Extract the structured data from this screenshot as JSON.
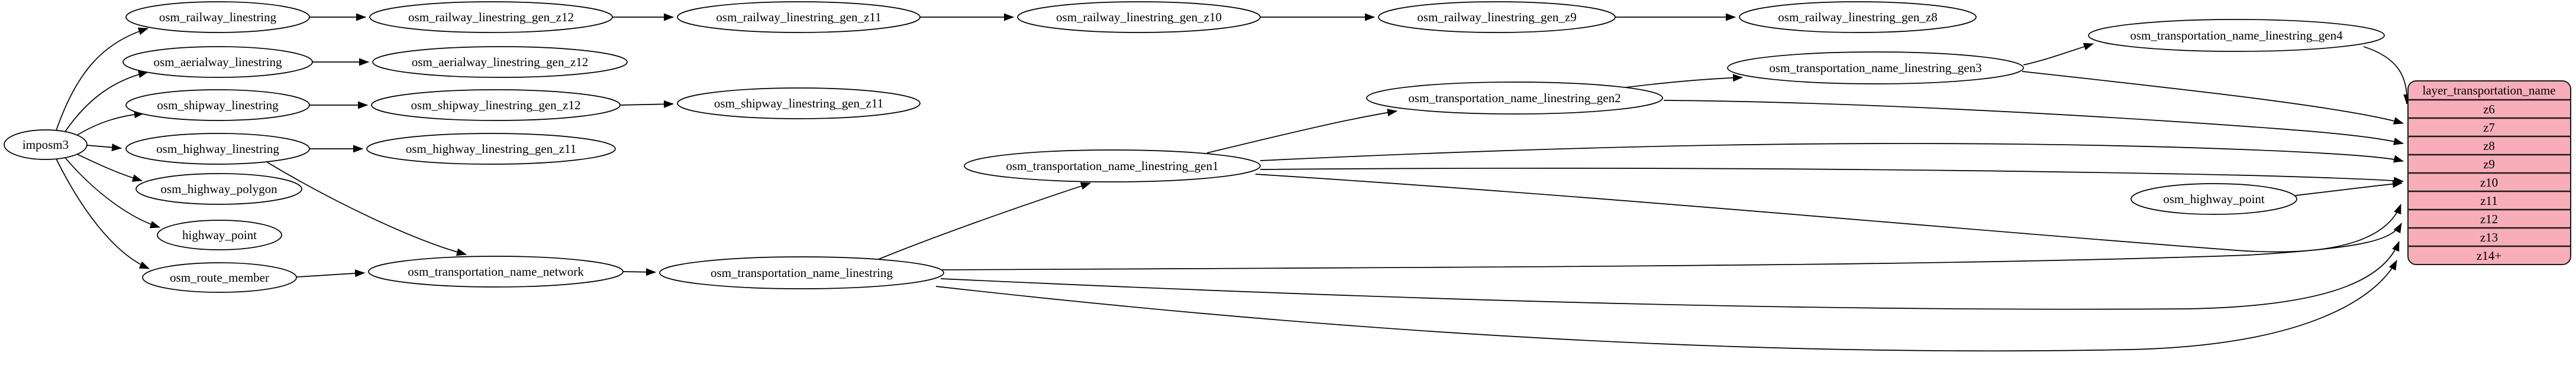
{
  "diagram_type": "etl-dependency-graph",
  "colors": {
    "background": "#ffffff",
    "node_fill": "#ffffff",
    "edge_stroke": "#000000",
    "table_fill": "#f8aeb9",
    "text": "#000000"
  },
  "nodes": [
    {
      "id": "imposm3",
      "label": "imposm3"
    },
    {
      "id": "osm_railway_linestring",
      "label": "osm_railway_linestring"
    },
    {
      "id": "osm_railway_linestring_gen_z12",
      "label": "osm_railway_linestring_gen_z12"
    },
    {
      "id": "osm_railway_linestring_gen_z11",
      "label": "osm_railway_linestring_gen_z11"
    },
    {
      "id": "osm_railway_linestring_gen_z10",
      "label": "osm_railway_linestring_gen_z10"
    },
    {
      "id": "osm_railway_linestring_gen_z9",
      "label": "osm_railway_linestring_gen_z9"
    },
    {
      "id": "osm_railway_linestring_gen_z8",
      "label": "osm_railway_linestring_gen_z8"
    },
    {
      "id": "osm_aerialway_linestring",
      "label": "osm_aerialway_linestring"
    },
    {
      "id": "osm_aerialway_linestring_gen_z12",
      "label": "osm_aerialway_linestring_gen_z12"
    },
    {
      "id": "osm_shipway_linestring",
      "label": "osm_shipway_linestring"
    },
    {
      "id": "osm_shipway_linestring_gen_z12",
      "label": "osm_shipway_linestring_gen_z12"
    },
    {
      "id": "osm_shipway_linestring_gen_z11",
      "label": "osm_shipway_linestring_gen_z11"
    },
    {
      "id": "osm_highway_linestring",
      "label": "osm_highway_linestring"
    },
    {
      "id": "osm_highway_linestring_gen_z11",
      "label": "osm_highway_linestring_gen_z11"
    },
    {
      "id": "osm_highway_polygon",
      "label": "osm_highway_polygon"
    },
    {
      "id": "highway_point",
      "label": "highway_point"
    },
    {
      "id": "osm_route_member",
      "label": "osm_route_member"
    },
    {
      "id": "osm_transportation_name_network",
      "label": "osm_transportation_name_network"
    },
    {
      "id": "osm_transportation_name_linestring",
      "label": "osm_transportation_name_linestring"
    },
    {
      "id": "osm_transportation_name_linestring_gen1",
      "label": "osm_transportation_name_linestring_gen1"
    },
    {
      "id": "osm_transportation_name_linestring_gen2",
      "label": "osm_transportation_name_linestring_gen2"
    },
    {
      "id": "osm_transportation_name_linestring_gen3",
      "label": "osm_transportation_name_linestring_gen3"
    },
    {
      "id": "osm_transportation_name_linestring_gen4",
      "label": "osm_transportation_name_linestring_gen4"
    },
    {
      "id": "osm_highway_point",
      "label": "osm_highway_point"
    }
  ],
  "table": {
    "title": "layer_transportation_name",
    "rows": [
      "z6",
      "z7",
      "z8",
      "z9",
      "z10",
      "z11",
      "z12",
      "z13",
      "z14+"
    ],
    "fill": "#f8aeb9"
  },
  "edges": [
    {
      "from": "imposm3",
      "to": "osm_railway_linestring"
    },
    {
      "from": "imposm3",
      "to": "osm_aerialway_linestring"
    },
    {
      "from": "imposm3",
      "to": "osm_shipway_linestring"
    },
    {
      "from": "imposm3",
      "to": "osm_highway_linestring"
    },
    {
      "from": "imposm3",
      "to": "osm_highway_polygon"
    },
    {
      "from": "imposm3",
      "to": "highway_point"
    },
    {
      "from": "imposm3",
      "to": "osm_route_member"
    },
    {
      "from": "osm_railway_linestring",
      "to": "osm_railway_linestring_gen_z12"
    },
    {
      "from": "osm_railway_linestring_gen_z12",
      "to": "osm_railway_linestring_gen_z11"
    },
    {
      "from": "osm_railway_linestring_gen_z11",
      "to": "osm_railway_linestring_gen_z10"
    },
    {
      "from": "osm_railway_linestring_gen_z10",
      "to": "osm_railway_linestring_gen_z9"
    },
    {
      "from": "osm_railway_linestring_gen_z9",
      "to": "osm_railway_linestring_gen_z8"
    },
    {
      "from": "osm_aerialway_linestring",
      "to": "osm_aerialway_linestring_gen_z12"
    },
    {
      "from": "osm_shipway_linestring",
      "to": "osm_shipway_linestring_gen_z12"
    },
    {
      "from": "osm_shipway_linestring_gen_z12",
      "to": "osm_shipway_linestring_gen_z11"
    },
    {
      "from": "osm_highway_linestring",
      "to": "osm_highway_linestring_gen_z11"
    },
    {
      "from": "osm_highway_linestring",
      "to": "osm_transportation_name_network"
    },
    {
      "from": "osm_route_member",
      "to": "osm_transportation_name_network"
    },
    {
      "from": "osm_transportation_name_network",
      "to": "osm_transportation_name_linestring"
    },
    {
      "from": "osm_transportation_name_linestring",
      "to": "osm_transportation_name_linestring_gen1"
    },
    {
      "from": "osm_transportation_name_linestring_gen1",
      "to": "osm_transportation_name_linestring_gen2"
    },
    {
      "from": "osm_transportation_name_linestring_gen2",
      "to": "osm_transportation_name_linestring_gen3"
    },
    {
      "from": "osm_transportation_name_linestring_gen3",
      "to": "osm_transportation_name_linestring_gen4"
    },
    {
      "from": "osm_transportation_name_linestring_gen4",
      "to": "layer_transportation_name:z6"
    },
    {
      "from": "osm_transportation_name_linestring_gen3",
      "to": "layer_transportation_name:z7"
    },
    {
      "from": "osm_transportation_name_linestring_gen2",
      "to": "layer_transportation_name:z8"
    },
    {
      "from": "osm_transportation_name_linestring_gen1",
      "to": "layer_transportation_name:z9"
    },
    {
      "from": "osm_transportation_name_linestring_gen1",
      "to": "layer_transportation_name:z10"
    },
    {
      "from": "osm_transportation_name_linestring_gen1",
      "to": "layer_transportation_name:z11"
    },
    {
      "from": "osm_transportation_name_linestring",
      "to": "layer_transportation_name:z12"
    },
    {
      "from": "osm_transportation_name_linestring",
      "to": "layer_transportation_name:z13"
    },
    {
      "from": "osm_transportation_name_linestring",
      "to": "layer_transportation_name:z14+"
    },
    {
      "from": "osm_highway_point",
      "to": "layer_transportation_name:z10"
    }
  ]
}
